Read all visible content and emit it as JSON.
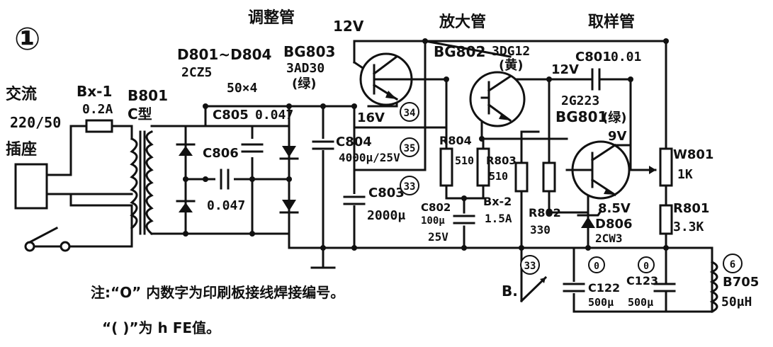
{
  "figure": {
    "number": "①",
    "notes": {
      "line1": "注:“O” 内数字为印刷板接线焊接编号。",
      "line2": "“( )”为 h FE值。"
    }
  },
  "mains": {
    "label_ac": "交流",
    "label_voltage": "220/50",
    "label_socket": "插座"
  },
  "fuse_main": {
    "name": "Bx-1",
    "rating": "0.2A"
  },
  "transformer": {
    "name": "B801",
    "type": "C型"
  },
  "rectifier": {
    "names": "D801~D804",
    "spec1": "2CZ5",
    "spec2": "50×4"
  },
  "caps": {
    "c805": {
      "name": "C805",
      "value": "0.047"
    },
    "c806": {
      "name": "C806",
      "value": "0.047"
    },
    "c804": {
      "name": "C804",
      "value": "4000μ/25V",
      "pad": "35"
    },
    "c803": {
      "name": "C803",
      "value": "2000μ",
      "pad": "33"
    },
    "c802": {
      "name": "C802",
      "value": "100μ",
      "voltage": "25V"
    },
    "c801": {
      "name": "C801",
      "value": "0.01"
    },
    "c122": {
      "name": "C122",
      "value": "500μ",
      "pad": "0"
    },
    "c123": {
      "name": "C123",
      "value": "500μ",
      "pad": "0"
    }
  },
  "transistors": {
    "bg803": {
      "title": "调整管",
      "name": "BG803",
      "part": "3AD30",
      "hfe": "(绿)",
      "voltage_top": "12V",
      "voltage_bottom": "16V",
      "pad": "34"
    },
    "bg802": {
      "title": "放大管",
      "name": "BG802",
      "part": "3DG12",
      "hfe": "(黄)",
      "voltage": "12V"
    },
    "bg801": {
      "title": "取样管",
      "name": "BG801",
      "part": "2G223",
      "hfe": "(绿)",
      "voltage_c": "9V",
      "voltage_e": "8.5V"
    }
  },
  "resistors": {
    "r804": {
      "name": "R804",
      "value": "510"
    },
    "r803": {
      "name": "R803",
      "value": "510"
    },
    "r802": {
      "name": "R802",
      "value": "330"
    },
    "r801": {
      "name": "R801",
      "value": "3.3K"
    },
    "w801": {
      "name": "W801",
      "value": "1K"
    }
  },
  "fuse_b": {
    "name": "Bx-2",
    "rating": "1.5A"
  },
  "zener": {
    "name": "D806",
    "part": "2CW3"
  },
  "output": {
    "label_b": "B.",
    "pad": "33",
    "pad_right": "6",
    "coil_name": "B705",
    "coil_value": "50μH"
  },
  "colors": {
    "ink": "#111111",
    "paper": "#ffffff"
  }
}
